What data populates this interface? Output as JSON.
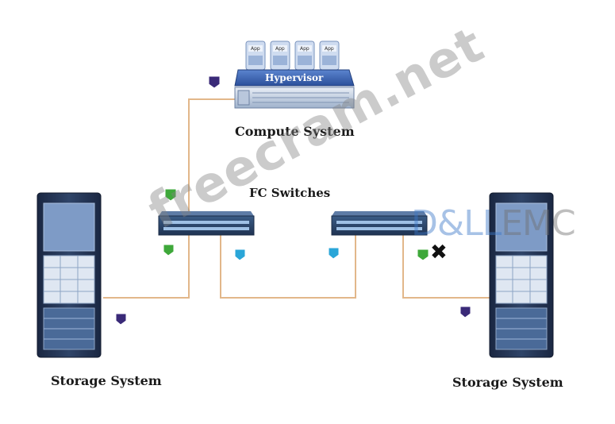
{
  "diagram": {
    "compute": {
      "label": "Compute System",
      "hypervisor_label": "Hypervisor",
      "apps": [
        "App",
        "App",
        "App",
        "App"
      ]
    },
    "switches_label": "FC Switches",
    "storage_left_label": "Storage System",
    "storage_right_label": "Storage System",
    "failure_marker": "✖"
  },
  "watermark": {
    "text": "freecram.net"
  },
  "brand": {
    "part1": "D&LL",
    "part2": "EMC"
  },
  "colors": {
    "cable": "#e2b78a",
    "switch_body": "#2d4a6e",
    "hypervisor_band": "#3561b4",
    "app_vm": "#dfe9f7",
    "storage_body": "#22324f",
    "port_green": "#3ea83a",
    "port_cyan": "#2aa6d8",
    "port_purple": "#3a2a78",
    "failure": "#111111"
  }
}
